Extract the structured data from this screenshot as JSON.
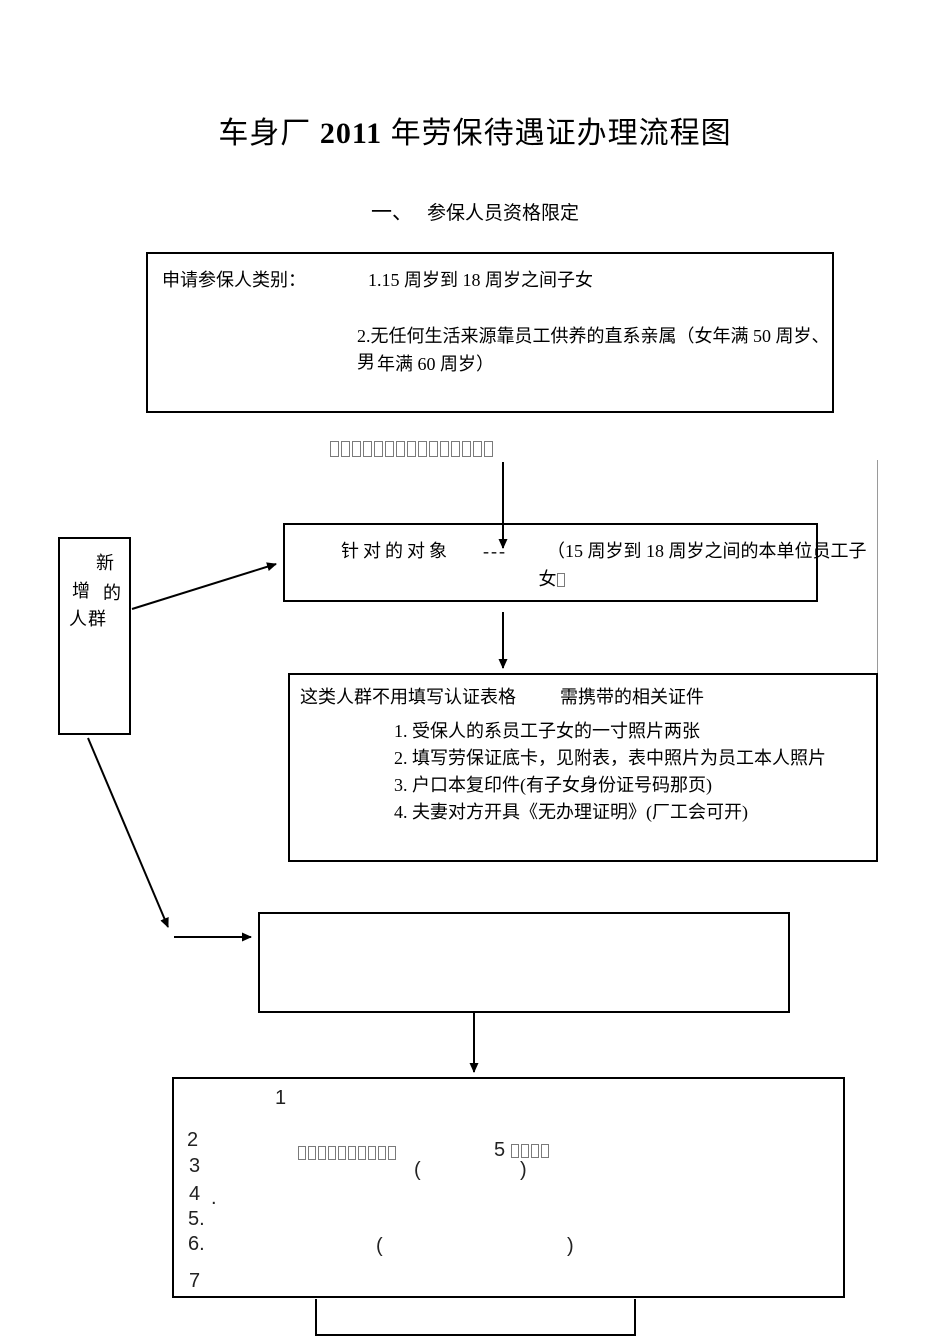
{
  "doc": {
    "title_prefix": "车身厂 ",
    "title_year": "2011",
    "title_suffix": " 年劳保待遇证办理流程图",
    "section_no": "一、",
    "section_title": "参保人员资格限定"
  },
  "applicant_box": {
    "label": "申请参保人类别：",
    "item1": "1.15 周岁到 18 周岁之间子女",
    "item2_line1": "2.无任何生活来源靠员工供养的直系亲属（女年满 50 周岁、男",
    "item2_line2": "年满 60 周岁）"
  },
  "missing_text_line": {
    "tofu_count": 15
  },
  "new_group_box": {
    "char1": "新",
    "char2": "增",
    "char3": "的",
    "chars4": "人群"
  },
  "target_box": {
    "label": "针对的对象",
    "dashes": "---",
    "line1": "（15 周岁到 18 周岁之间的本单位员工子",
    "line2_char": "女",
    "line2_tofu": 1
  },
  "requirements_box": {
    "header_left": "这类人群不用填写认证表格",
    "header_right": "需携带的相关证件",
    "items": [
      "1.   受保人的系员工子女的一寸照片两张",
      "2.  填写劳保证底卡，见附表，表中照片为员工本人照片",
      "3. 户口本复印件(有子女身份证号码那页)",
      "4. 夫妻对方开具《无办理证明》(厂工会可开)"
    ]
  },
  "process_box": {
    "n1": "1",
    "n2": "2",
    "tofu_a": 10,
    "five": "5",
    "tofu_b": 4,
    "n3": "3",
    "p3_open": "(",
    "p3_close": ")",
    "n4": "4",
    "n4_dot": ".",
    "n5": "5.",
    "n6": "6.",
    "p6_open": "(",
    "p6_close": ")",
    "n7": "7"
  },
  "colors": {
    "line": "#000000",
    "tofu_border": "#7a7a7a",
    "thin_line": "#9a9a9a"
  }
}
